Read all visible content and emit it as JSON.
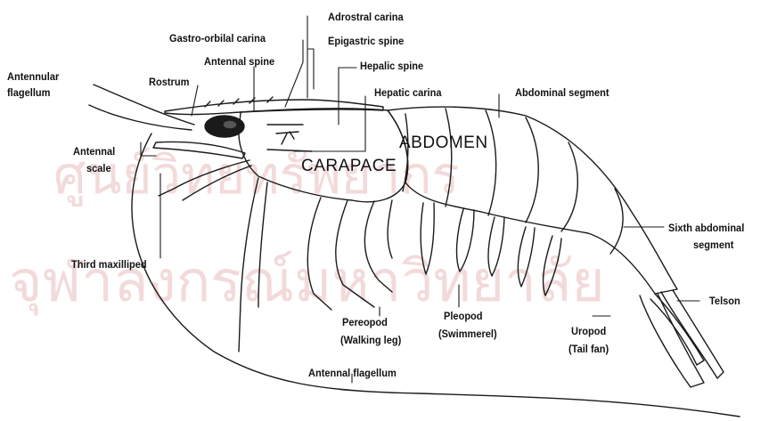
{
  "watermark": {
    "line1": "ศูนย์วิทยทรัพยากร",
    "line2": "จุฬาลงกรณ์มหาวิทยาลัย",
    "color": "#f3dada"
  },
  "regions": {
    "abdomen": "ABDOMEN",
    "carapace": "CARAPACE"
  },
  "labels": {
    "adrostral_carina": "Adrostral carina",
    "gastro_orbital_carina": "Gastro-orbilal carina",
    "epigastric_spine": "Epigastric spine",
    "antennal_spine": "Antennal spine",
    "hepatic_spine": "Hepalic spine",
    "antennular_flagellum_1": "Antennular",
    "antennular_flagellum_2": "flagellum",
    "rostrum": "Rostrum",
    "hepatic_carina": "Hepatic carina",
    "abdominal_segment": "Abdominal segment",
    "antennal_scale_1": "Antennal",
    "antennal_scale_2": "scale",
    "sixth_abdominal_segment_1": "Sixth abdominal",
    "sixth_abdominal_segment_2": "segment",
    "third_maxilliped": "Third maxilliped",
    "telson": "Telson",
    "pereopod_1": "Pereopod",
    "pereopod_2": "(Walking leg)",
    "pleopod_1": "Pleopod",
    "pleopod_2": "(Swimmerel)",
    "uropod_1": "Uropod",
    "uropod_2": "(Tail fan)",
    "antennal_flagellum": "Antennal flagellum"
  }
}
